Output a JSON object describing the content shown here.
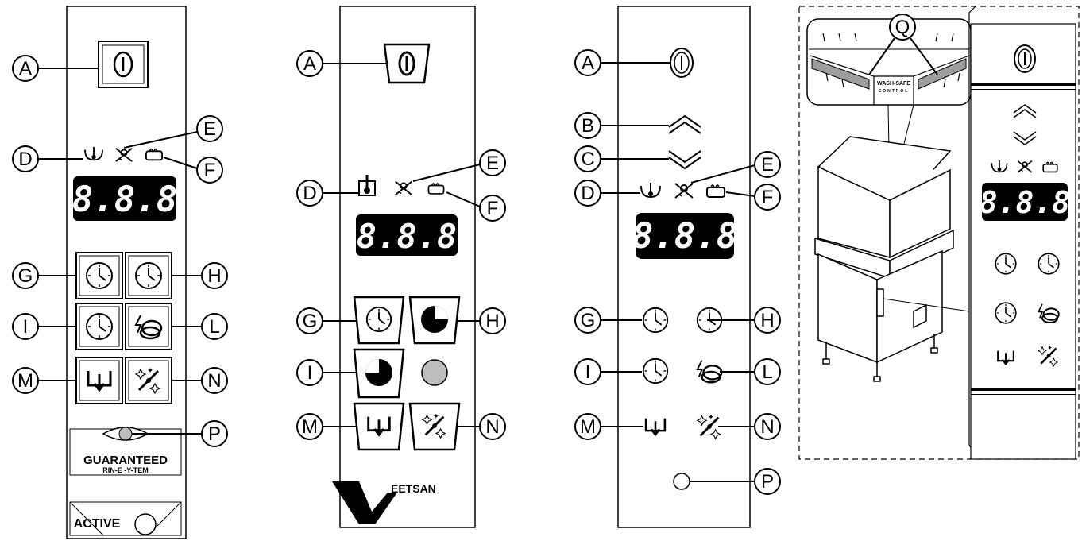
{
  "display_text": "8.8.8",
  "panel1": {
    "callouts": [
      "A",
      "D",
      "E",
      "F",
      "G",
      "H",
      "I",
      "L",
      "M",
      "N",
      "P"
    ],
    "logo_guaranteed_line1": "GUARANTEED",
    "logo_guaranteed_line2": "RIN-E  -Y-TEM",
    "logo_active": "ACTIVE"
  },
  "panel2": {
    "callouts": [
      "A",
      "D",
      "E",
      "F",
      "G",
      "H",
      "I",
      "M",
      "N"
    ],
    "brand": "EETSAN"
  },
  "panel3": {
    "callouts": [
      "A",
      "B",
      "C",
      "D",
      "E",
      "F",
      "G",
      "H",
      "I",
      "L",
      "M",
      "N",
      "P"
    ]
  },
  "panel4": {
    "callouts": [
      "Q"
    ],
    "label_line1": "WASH-SAFE",
    "label_line2": "CONTROL"
  },
  "colors": {
    "line": "#000000",
    "display_bg": "#000000",
    "led": "#bdbdbd"
  }
}
